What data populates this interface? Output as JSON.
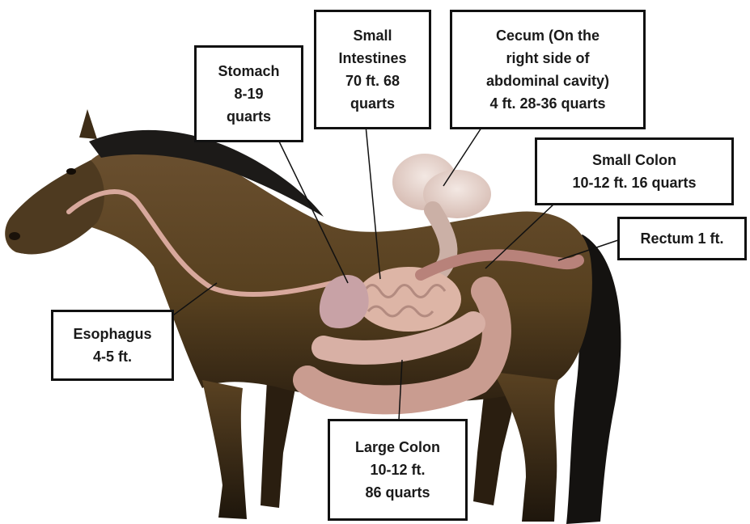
{
  "labels": {
    "stomach": [
      "Stomach",
      "8-19",
      "quarts"
    ],
    "small_intestines": [
      "Small",
      "Intestines",
      "70 ft. 68",
      "quarts"
    ],
    "cecum": [
      "Cecum (On the",
      "right side of",
      "abdominal cavity)",
      "4 ft. 28-36 quarts"
    ],
    "small_colon": [
      "Small Colon",
      "10-12 ft. 16 quarts"
    ],
    "rectum": [
      "Rectum 1 ft."
    ],
    "esophagus": [
      "Esophagus",
      "4-5 ft."
    ],
    "large_colon": [
      "Large Colon",
      "10-12 ft.",
      "86 quarts"
    ]
  },
  "colors": {
    "coat": "#5e4526",
    "coat_dark": "#2e200f",
    "mane_tail": "#1c1a18",
    "organ": "#d9b4a8",
    "organ_shade": "#a87a72",
    "cecum": "#eadbd5",
    "box_border": "#111111"
  }
}
